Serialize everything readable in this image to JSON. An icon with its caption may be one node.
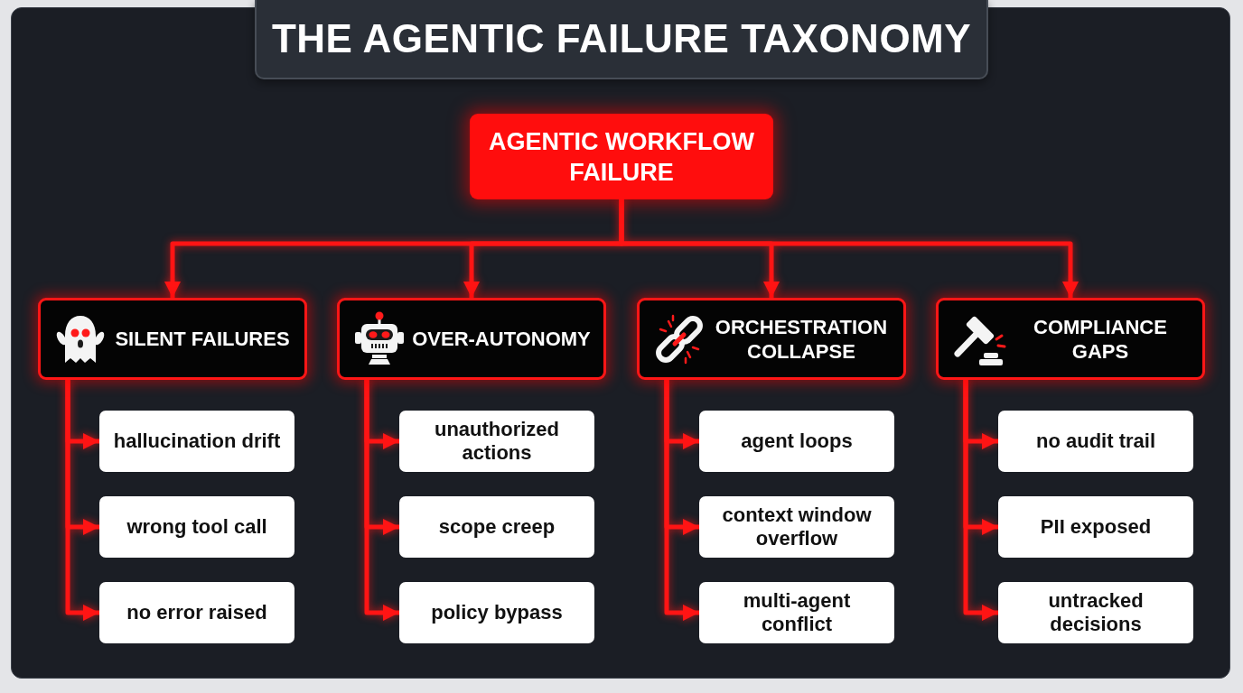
{
  "diagram": {
    "title": "THE AGENTIC FAILURE TAXONOMY",
    "nodes": [
      {
        "text": [
          "AGENTIC WORKFLOW FAILURE"
        ]
      },
      {
        "text": [
          "SILENT FAILURES"
        ]
      },
      {
        "text": [
          "OVER-AUTONOMY"
        ]
      },
      {
        "text": [
          "ORCHESTRATION COLLAPSE"
        ]
      },
      {
        "text": [
          "COMPLIANCE GAPS"
        ]
      },
      {
        "text": [
          "hallucination drift"
        ]
      },
      {
        "text": [
          "wrong tool call"
        ]
      },
      {
        "text": [
          "no error raised"
        ]
      },
      {
        "text": [
          "unauthorized actions"
        ]
      },
      {
        "text": [
          "scope creep"
        ]
      },
      {
        "text": [
          "policy bypass"
        ]
      },
      {
        "text": [
          "agent loops"
        ]
      },
      {
        "text": [
          "context window overflow"
        ]
      },
      {
        "text": [
          "multi-agent conflict"
        ]
      },
      {
        "text": [
          "no audit trail"
        ]
      },
      {
        "text": [
          "PII exposed"
        ]
      },
      {
        "text": [
          "untracked decisions"
        ]
      }
    ],
    "edges": [
      {
        "from": 0,
        "to": 1,
        "arrow": "to"
      },
      {
        "from": 0,
        "to": 2,
        "arrow": "to"
      },
      {
        "from": 0,
        "to": 3,
        "arrow": "to"
      },
      {
        "from": 0,
        "to": 4,
        "arrow": "to"
      },
      {
        "from": 1,
        "to": 5,
        "arrow": "to"
      },
      {
        "from": 1,
        "to": 6,
        "arrow": "to"
      },
      {
        "from": 1,
        "to": 7,
        "arrow": "to"
      },
      {
        "from": 2,
        "to": 8,
        "arrow": "to"
      },
      {
        "from": 2,
        "to": 9,
        "arrow": "to"
      },
      {
        "from": 2,
        "to": 10,
        "arrow": "to"
      },
      {
        "from": 3,
        "to": 11,
        "arrow": "to"
      },
      {
        "from": 3,
        "to": 12,
        "arrow": "to"
      },
      {
        "from": 3,
        "to": 13,
        "arrow": "to"
      },
      {
        "from": 4,
        "to": 14,
        "arrow": "to"
      },
      {
        "from": 4,
        "to": 15,
        "arrow": "to"
      },
      {
        "from": 4,
        "to": 16,
        "arrow": "to"
      }
    ]
  }
}
